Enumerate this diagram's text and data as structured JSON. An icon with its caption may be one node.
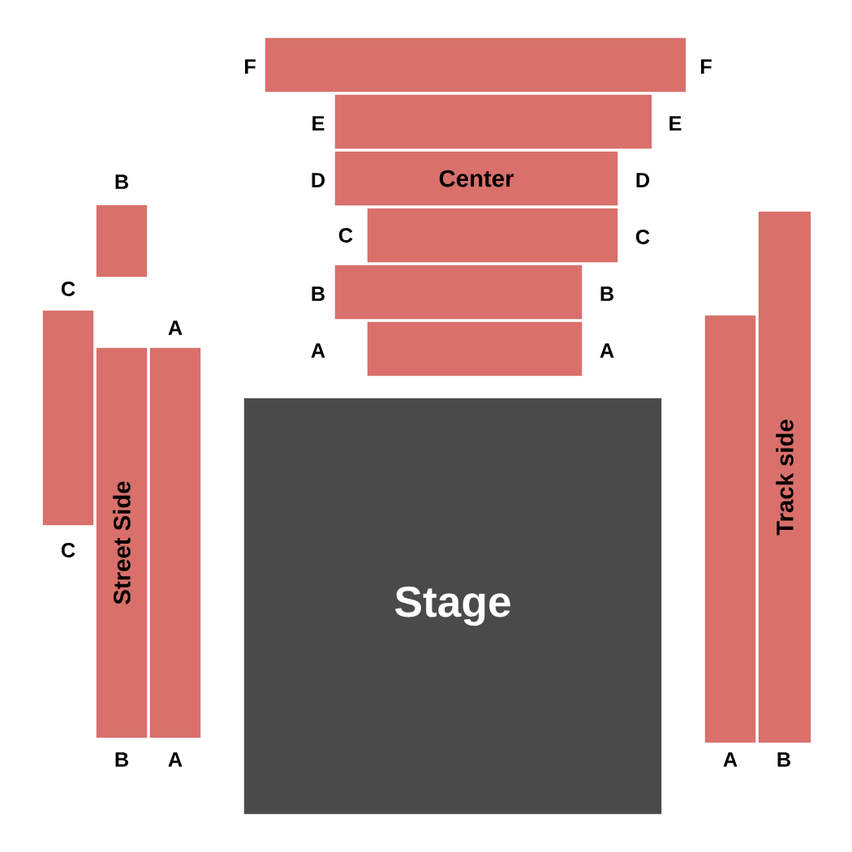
{
  "diagram": {
    "nodes": [
      {
        "text": [],
        "shape": "box",
        "beside": [
          "F",
          "F"
        ]
      },
      {
        "text": [],
        "shape": "box",
        "beside": [
          "E",
          "E"
        ]
      },
      {
        "text": [
          "Center"
        ],
        "beside": [
          "D",
          "D"
        ]
      },
      {
        "text": [],
        "shape": "box",
        "beside": [
          "C",
          "C"
        ]
      },
      {
        "text": [],
        "shape": "box",
        "beside": [
          "B",
          "B"
        ]
      },
      {
        "text": [],
        "shape": "box",
        "beside": [
          "A",
          "A"
        ]
      },
      {
        "text": [],
        "shape": "box",
        "beside": [
          "B"
        ]
      },
      {
        "text": [],
        "shape": "box",
        "beside": [
          "C",
          "C"
        ]
      },
      {
        "text": [
          "Street Side"
        ],
        "beside": [
          "B"
        ]
      },
      {
        "text": [],
        "shape": "box",
        "beside": [
          "A",
          "A"
        ]
      },
      {
        "text": [],
        "shape": "box",
        "beside": [
          "A"
        ]
      },
      {
        "text": [
          "Track side"
        ],
        "beside": [
          "B"
        ]
      },
      {
        "text": [
          "Stage"
        ]
      }
    ]
  }
}
